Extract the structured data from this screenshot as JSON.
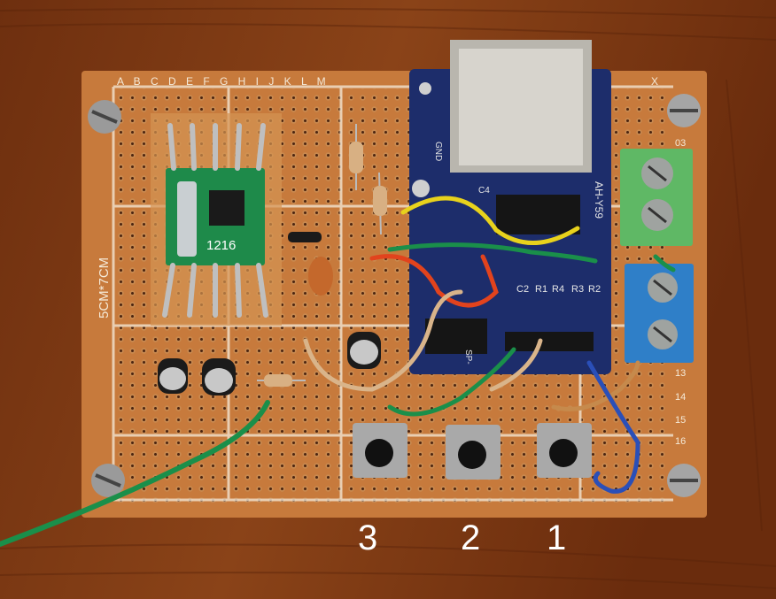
{
  "board": {
    "column_letters": "A B C D E F G H I J K L M",
    "column_letters_right": "X",
    "size_label": "5CM*7CM",
    "row_numbers": [
      "03",
      "13",
      "14",
      "15",
      "16"
    ],
    "chip_marking": "1216",
    "module_marking": "AH-Y59",
    "component_labels": [
      "C2",
      "R1",
      "R4",
      "R3",
      "R2",
      "C4",
      "GND",
      "SP-"
    ]
  },
  "button_labels": [
    "3",
    "2",
    "1"
  ],
  "colors": {
    "table_wood": "#7a3a14",
    "board": "#c77a3c",
    "module_pcb": "#1d2d6b",
    "amp_pcb": "#1e8a4a",
    "terminal_green": "#5fb865",
    "terminal_blue": "#2f7fc8",
    "wire_yellow": "#e8d21c",
    "wire_green": "#1a8f4a",
    "wire_red": "#e2431d",
    "wire_tan": "#d9b48a",
    "wire_blue": "#2a4fb8"
  }
}
